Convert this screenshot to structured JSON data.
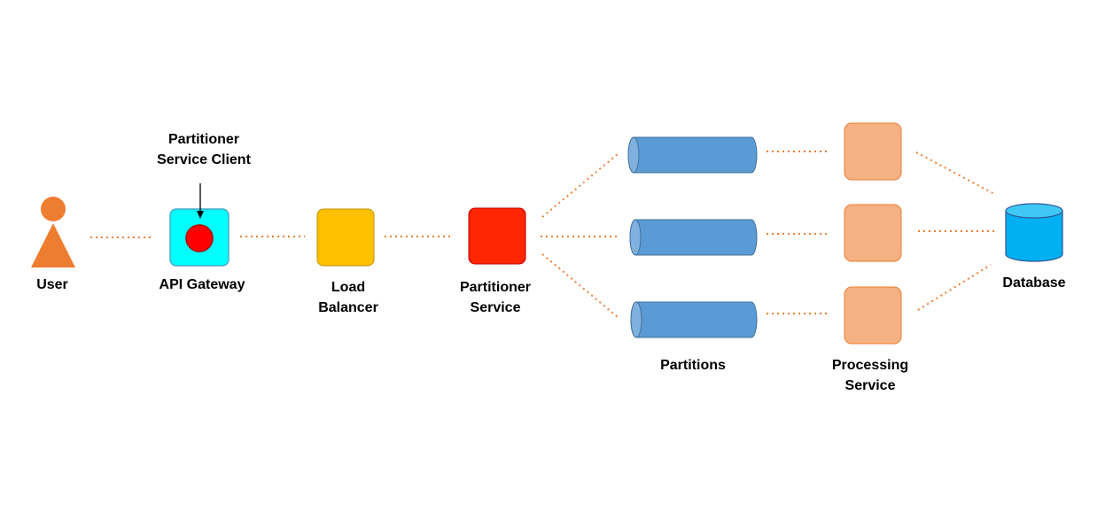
{
  "labels": {
    "user": "User",
    "api_gateway": "API Gateway",
    "partitioner_client_line1": "Partitioner",
    "partitioner_client_line2": "Service Client",
    "load_balancer_line1": "Load",
    "load_balancer_line2": "Balancer",
    "partitioner_service_line1": "Partitioner",
    "partitioner_service_line2": "Service",
    "partitions": "Partitions",
    "processing_service_line1": "Processing",
    "processing_service_line2": "Service",
    "database": "Database"
  },
  "colors": {
    "connector": "#ED7D31",
    "user": "#ED7D31",
    "api_gateway_fill": "#00FFFF",
    "api_gateway_stroke": "#4BACC6",
    "client_dot": "#FF0000",
    "load_balancer_fill": "#FFC000",
    "partitioner_service_fill": "#FF2600",
    "partition_fill": "#5B9BD5",
    "partition_stroke": "#41719C",
    "processing_fill": "#F4B183",
    "processing_stroke": "#ED7D31",
    "database_fill": "#00B0F0",
    "database_stroke": "#2F5597",
    "arrow": "#000000"
  },
  "icons": {
    "user": "person-icon",
    "api_gateway": "api-gateway-box",
    "load_balancer": "load-balancer-box",
    "partitioner_service": "partitioner-service-box",
    "partition": "queue-cylinder-icon",
    "processing_service": "processing-service-box",
    "database": "database-cylinder-icon"
  },
  "partitions_count": 3,
  "processing_service_count": 3
}
